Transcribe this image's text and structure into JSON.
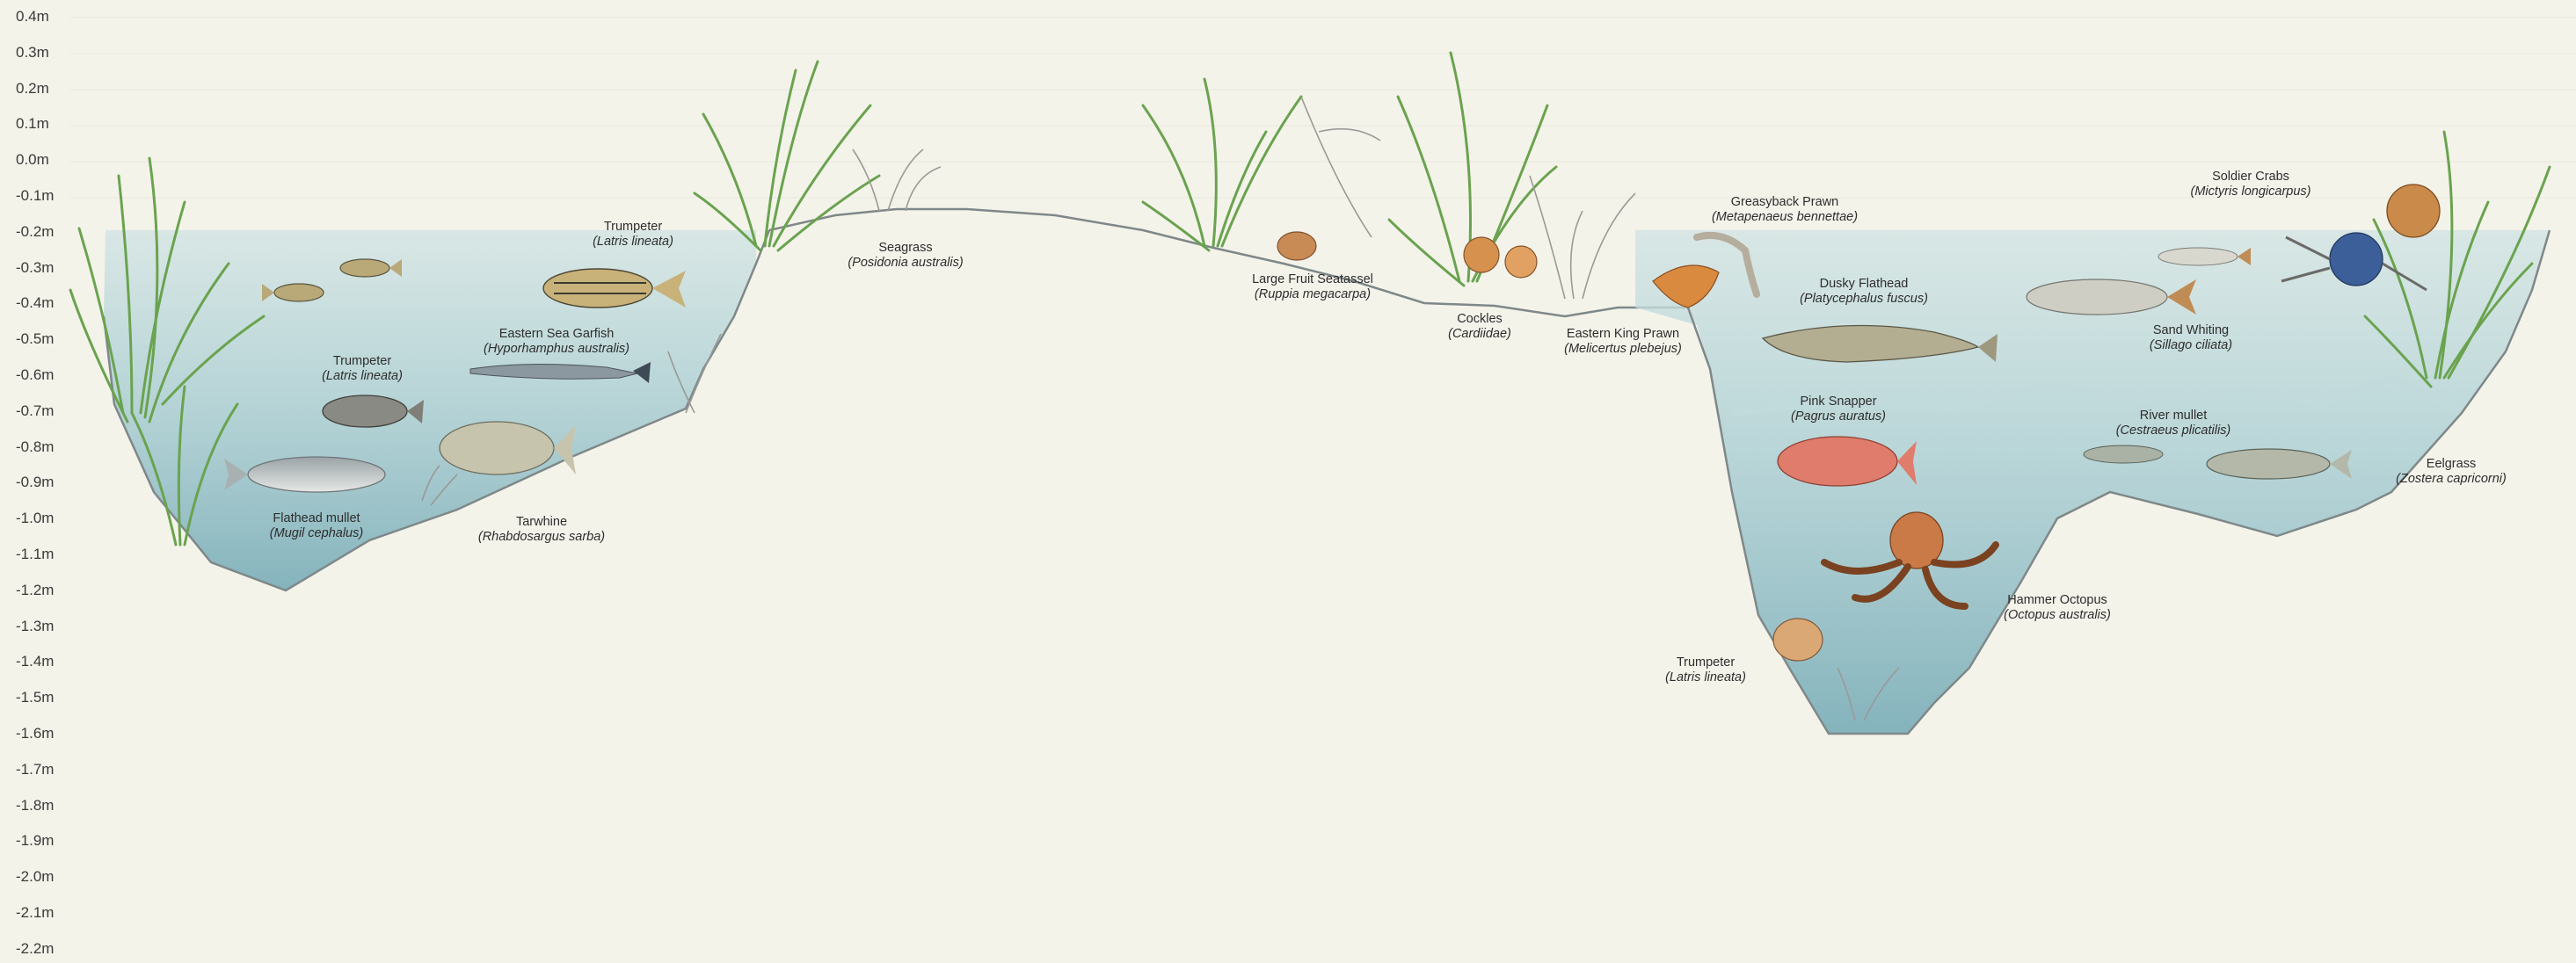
{
  "depth_axis": {
    "ticks": [
      "0.4m",
      "0.3m",
      "0.2m",
      "0.1m",
      "0.0m",
      "-0.1m",
      "-0.2m",
      "-0.3m",
      "-0.4m",
      "-0.5m",
      "-0.6m",
      "-0.7m",
      "-0.8m",
      "-0.9m",
      "-1.0m",
      "-1.1m",
      "-1.2m",
      "-1.3m",
      "-1.4m",
      "-1.5m",
      "-1.6m",
      "-1.7m",
      "-1.8m",
      "-1.9m",
      "-2.0m",
      "-2.1m",
      "-2.2m"
    ]
  },
  "colors": {
    "background": "#f4f3ea",
    "water": "#9ec4cb",
    "water_deep": "#7fb0ba",
    "seabed_line": "#8a8f90",
    "seagrass": "#5d9a46",
    "text": "#2d2d2d"
  },
  "species": [
    {
      "id": "trumpeter-1",
      "common": "Trumpeter",
      "sci": "(Latris lineata)"
    },
    {
      "id": "eastern-sea-garfish",
      "common": "Eastern Sea Garfish",
      "sci": "(Hyporhamphus australis)"
    },
    {
      "id": "trumpeter-2",
      "common": "Trumpeter",
      "sci": "(Latris lineata)"
    },
    {
      "id": "flathead-mullet",
      "common": "Flathead mullet",
      "sci": "(Mugil cephalus)"
    },
    {
      "id": "tarwhine",
      "common": "Tarwhine",
      "sci": "(Rhabdosargus sarba)"
    },
    {
      "id": "seagrass",
      "common": "Seagrass",
      "sci": "(Posidonia australis)"
    },
    {
      "id": "large-fruit-seatassel",
      "common": "Large Fruit Seatassel",
      "sci": "(Ruppia megacarpa)"
    },
    {
      "id": "cockles",
      "common": "Cockles",
      "sci": "(Cardiidae)"
    },
    {
      "id": "eastern-king-prawn",
      "common": "Eastern King Prawn",
      "sci": "(Melicertus plebejus)"
    },
    {
      "id": "greasyback-prawn",
      "common": "Greasyback Prawn",
      "sci": "(Metapenaeus bennettae)"
    },
    {
      "id": "dusky-flathead",
      "common": "Dusky Flathead",
      "sci": "(Platycephalus fuscus)"
    },
    {
      "id": "pink-snapper",
      "common": "Pink Snapper",
      "sci": "(Pagrus auratus)"
    },
    {
      "id": "hammer-octopus",
      "common": "Hammer Octopus",
      "sci": "(Octopus australis)"
    },
    {
      "id": "trumpeter-3",
      "common": "Trumpeter",
      "sci": "(Latris lineata)"
    },
    {
      "id": "soldier-crabs",
      "common": "Soldier Crabs",
      "sci": "(Mictyris longicarpus)"
    },
    {
      "id": "sand-whiting",
      "common": "Sand Whiting",
      "sci": "(Sillago ciliata)"
    },
    {
      "id": "river-mullet",
      "common": "River mullet",
      "sci": "(Cestraeus plicatilis)"
    },
    {
      "id": "eelgrass",
      "common": "Eelgrass",
      "sci": "(Zostera capricorni)"
    }
  ]
}
